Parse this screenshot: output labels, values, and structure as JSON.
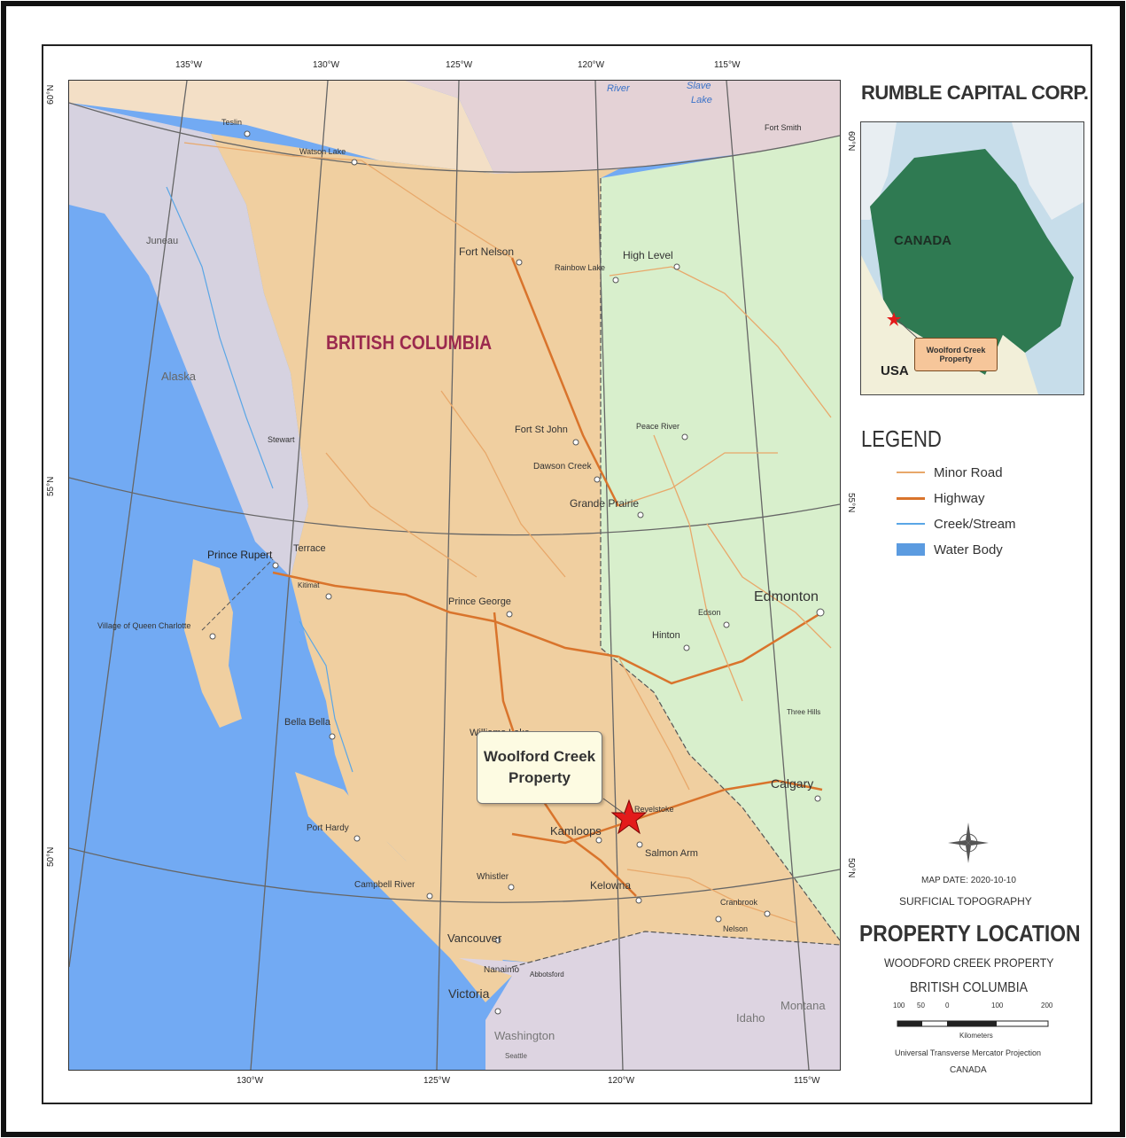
{
  "company": "RUMBLE CAPITAL CORP.",
  "map": {
    "region_label": "BRITISH COLUMBIA",
    "callout": {
      "line1": "Woolford Creek",
      "line2": "Property"
    },
    "ticks_top": [
      "135°W",
      "130°W",
      "125°W",
      "120°W",
      "115°W"
    ],
    "ticks_bottom": [
      "130°W",
      "125°W",
      "120°W",
      "115°W"
    ],
    "ticks_left": [
      "60°N",
      "55°N",
      "50°N"
    ],
    "ticks_right": [
      "60°N",
      "55°N",
      "50°N"
    ],
    "places": {
      "teslin": "Teslin",
      "watson_lake": "Watson Lake",
      "fort_smith": "Fort Smith",
      "river": "River",
      "slave_lake": "Slave",
      "slave_lake2": "Lake",
      "juneau": "Juneau",
      "fort_nelson": "Fort Nelson",
      "rainbow_lake": "Rainbow Lake",
      "high_level": "High Level",
      "alaska": "Alaska",
      "stewart": "Stewart",
      "fort_st_john": "Fort St John",
      "peace_river": "Peace River",
      "dawson_creek": "Dawson Creek",
      "grande_prairie": "Grande Prairie",
      "prince_rupert": "Prince Rupert",
      "terrace": "Terrace",
      "kitimat": "Kitimat",
      "prince_george": "Prince George",
      "edmonton": "Edmonton",
      "edson": "Edson",
      "hinton": "Hinton",
      "village_qc": "Village of Queen Charlotte",
      "bella_bella": "Bella Bella",
      "three_hills": "Three Hills",
      "williams_lake": "Williams Lake",
      "calgary": "Calgary",
      "revelstoke": "Revelstoke",
      "kamloops": "Kamloops",
      "salmon_arm": "Salmon Arm",
      "port_hardy": "Port Hardy",
      "whistler": "Whistler",
      "campbell_river": "Campbell River",
      "kelowna": "Kelowna",
      "cranbrook": "Cranbrook",
      "nelson": "Nelson",
      "vancouver": "Vancouver",
      "nanaimo": "Nanaimo",
      "abbotsford": "Abbotsford",
      "victoria": "Victoria",
      "washington": "Washington",
      "seattle": "Seattle",
      "idaho": "Idaho",
      "montana": "Montana"
    }
  },
  "inset": {
    "canada": "CANADA",
    "usa": "USA",
    "property_line1": "Woolford Creek",
    "property_line2": "Property"
  },
  "legend": {
    "title": "LEGEND",
    "items": [
      {
        "label": "Minor Road",
        "color": "#e8a86a",
        "kind": "line-thin"
      },
      {
        "label": "Highway",
        "color": "#d9742c",
        "kind": "line-thick"
      },
      {
        "label": "Creek/Stream",
        "color": "#5aa6e6",
        "kind": "line-thin"
      },
      {
        "label": "Water Body",
        "color": "#5b9be0",
        "kind": "fill"
      }
    ]
  },
  "info": {
    "map_date": "MAP DATE: 2020-10-10",
    "surficial": "SURFICIAL TOPOGRAPHY",
    "title": "PROPERTY LOCATION",
    "property": "WOODFORD CREEK PROPERTY",
    "province": "BRITISH COLUMBIA",
    "projection": "Universal Transverse Mercator Projection",
    "country": "CANADA"
  },
  "scale": {
    "ticks": [
      "100",
      "50",
      "0",
      "100",
      "200"
    ],
    "unit": "Kilometers"
  },
  "colors": {
    "ocean": "#72aaf3",
    "bc_land": "#f0cfa0",
    "alberta": "#d8efcc",
    "alaska": "#d6d2e0",
    "yukon": "#f3dfc6",
    "nwt": "#e4d2d6",
    "usa": "#ddd4e1",
    "road_minor": "#e8a86a",
    "road_highway": "#d9742c",
    "region_label": "#9b2a4e"
  }
}
